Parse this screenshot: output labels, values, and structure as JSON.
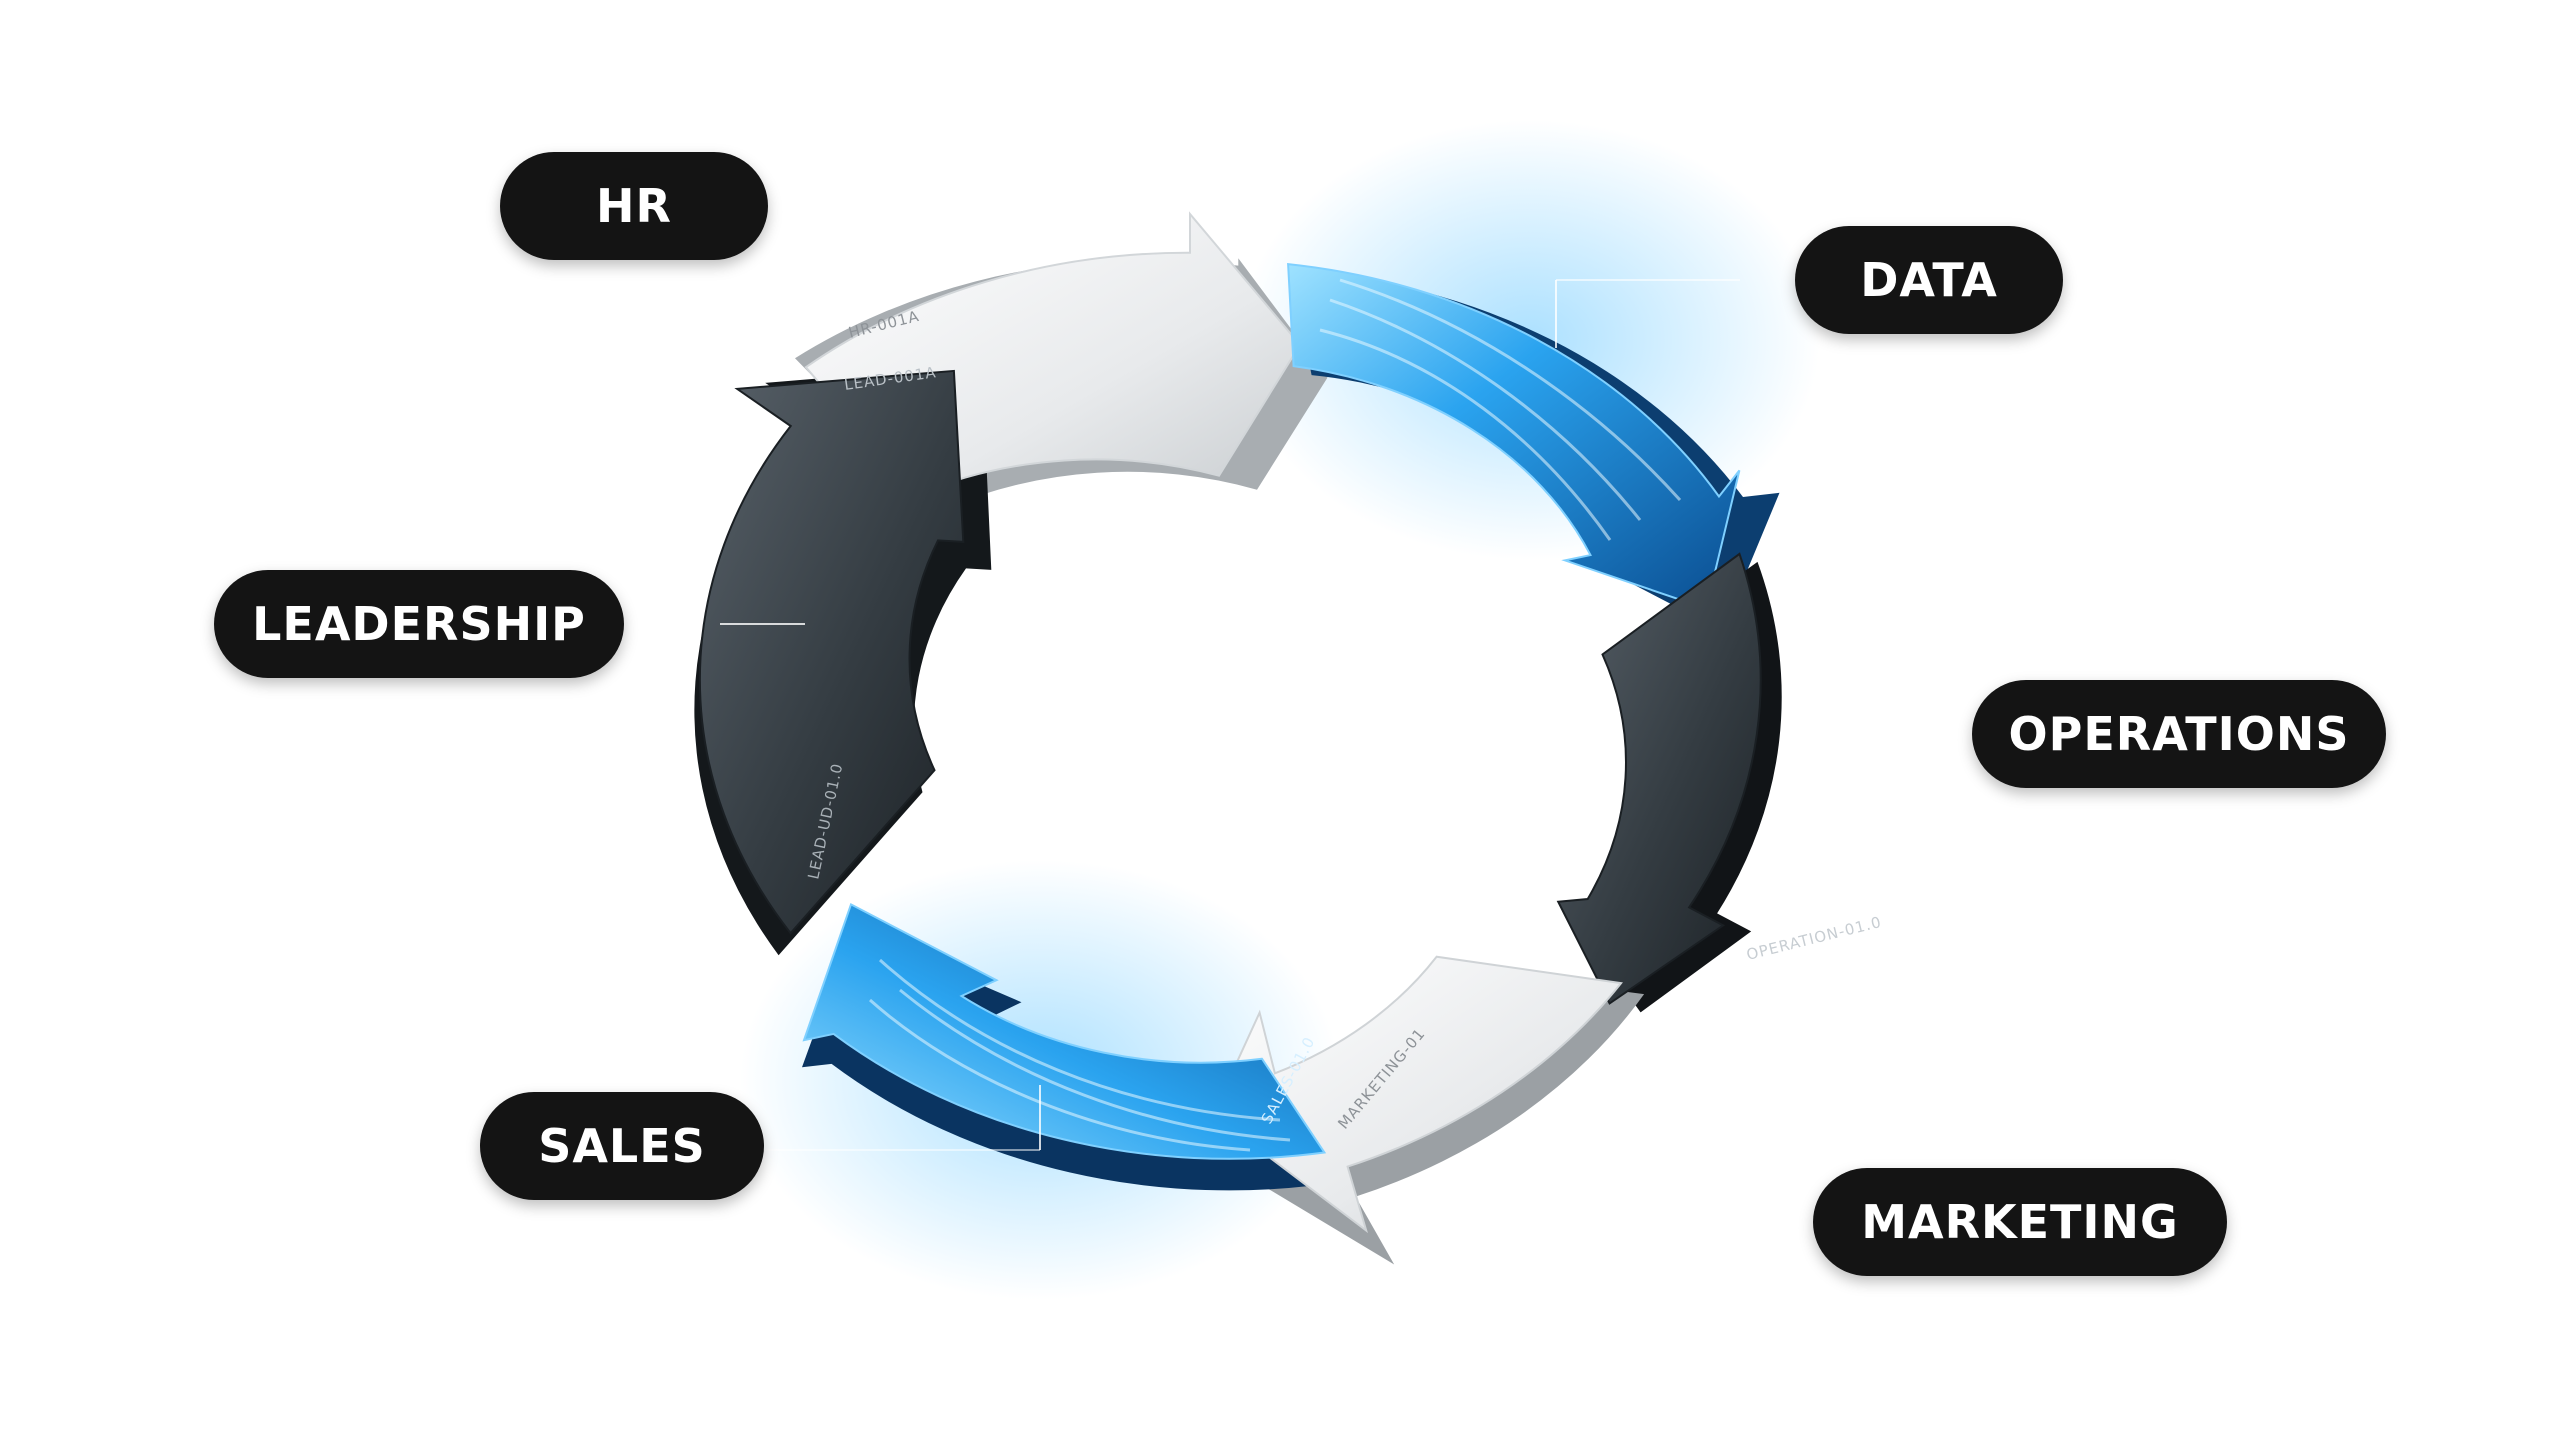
{
  "labels": {
    "hr": "HR",
    "data": "DATA",
    "leadership": "LEADERSHIP",
    "operations": "OPERATIONS",
    "sales": "SALES",
    "marketing": "MARKETING"
  },
  "segment_codes": {
    "hr": "HR-001A",
    "leadership_top": "LEAD-001A",
    "leadership_side": "LEAD-UD-01.0",
    "operations": "OPERATION-01.0",
    "marketing": "MARKETING-01",
    "sales": "SALES-01.0"
  },
  "colors": {
    "pill_background": "#141414",
    "pill_text": "#ffffff",
    "arrow_light": "#e3e6e8",
    "arrow_dark": "#2b3338",
    "arrow_blue": "#1e8fe0",
    "glow_blue": "#7fd0ff"
  },
  "icons": {
    "segment_shape": "curved-arrow"
  }
}
